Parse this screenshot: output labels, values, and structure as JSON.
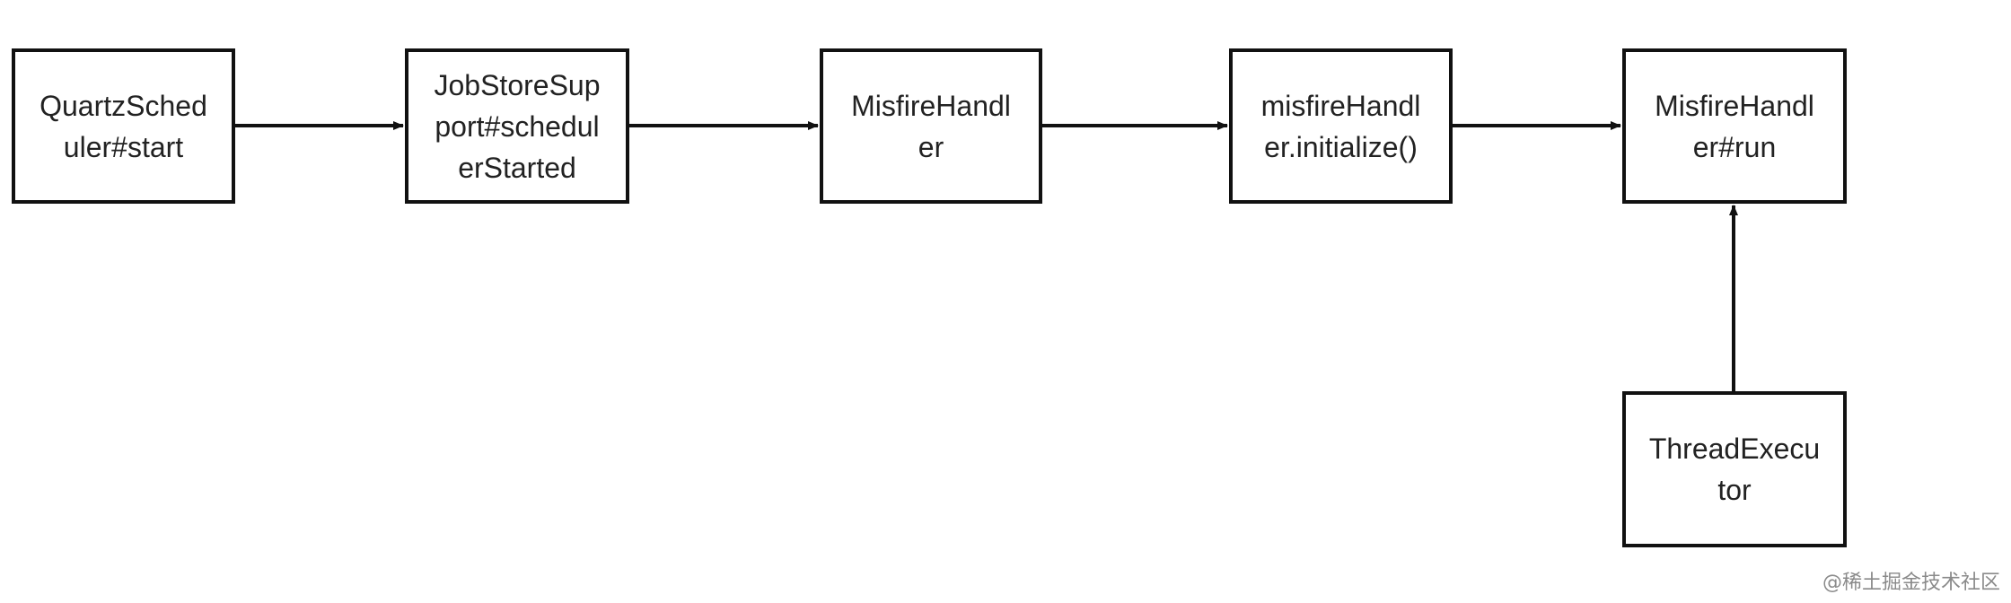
{
  "diagram": {
    "nodes": [
      {
        "id": "quartz-scheduler-start",
        "lines": [
          "QuartzSched",
          "uler#start"
        ]
      },
      {
        "id": "jobstore-support-scheduler-started",
        "lines": [
          "JobStoreSup",
          "port#schedul",
          "erStarted"
        ]
      },
      {
        "id": "misfire-handler",
        "lines": [
          "MisfireHandl",
          "er"
        ]
      },
      {
        "id": "misfire-handler-initialize",
        "lines": [
          "misfireHandl",
          "er.initialize()"
        ]
      },
      {
        "id": "misfire-handler-run",
        "lines": [
          "MisfireHandl",
          "er#run"
        ]
      },
      {
        "id": "thread-executor",
        "lines": [
          "ThreadExecu",
          "tor"
        ]
      }
    ],
    "edges": [
      {
        "from": "quartz-scheduler-start",
        "to": "jobstore-support-scheduler-started"
      },
      {
        "from": "jobstore-support-scheduler-started",
        "to": "misfire-handler"
      },
      {
        "from": "misfire-handler",
        "to": "misfire-handler-initialize"
      },
      {
        "from": "misfire-handler-initialize",
        "to": "misfire-handler-run"
      },
      {
        "from": "thread-executor",
        "to": "misfire-handler-run"
      }
    ]
  },
  "watermark": "@稀土掘金技术社区"
}
